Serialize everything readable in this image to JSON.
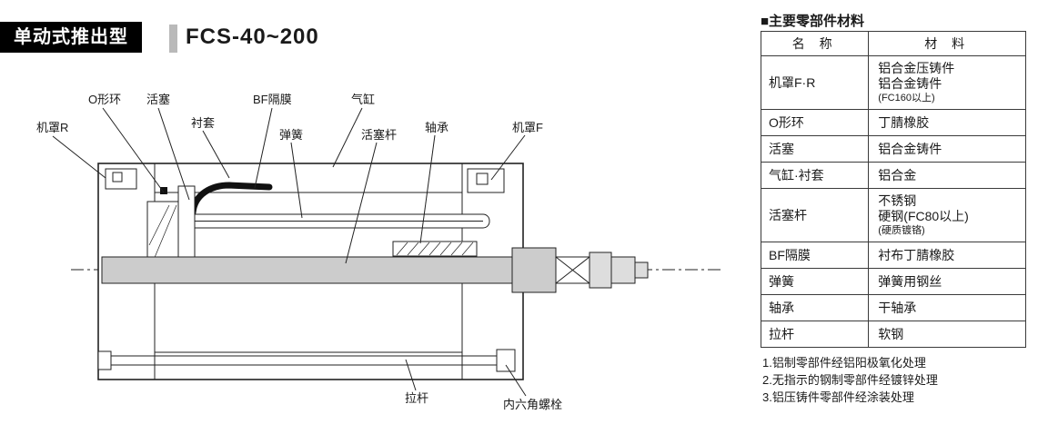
{
  "header": {
    "type_label": "单动式推出型",
    "model": "FCS-40~200"
  },
  "diagram": {
    "labels": {
      "cover_r": "机罩R",
      "o_ring": "O形环",
      "piston": "活塞",
      "bushing": "衬套",
      "bf_diaphragm": "BF隔膜",
      "spring": "弹簧",
      "cylinder": "气缸",
      "piston_rod": "活塞杆",
      "bearing": "轴承",
      "cover_f": "机罩F",
      "tie_rod": "拉杆",
      "hex_bolt": "内六角螺栓"
    }
  },
  "materials_table": {
    "title": "■主要零部件材料",
    "columns": {
      "name": "名 称",
      "material": "材 料"
    },
    "rows": [
      {
        "name": "机罩F·R",
        "material": "铝合金压铸件",
        "material2": "铝合金铸件",
        "material3": "(FC160以上)"
      },
      {
        "name": "O形环",
        "material": "丁腈橡胶"
      },
      {
        "name": "活塞",
        "material": "铝合金铸件"
      },
      {
        "name": "气缸·衬套",
        "material": "铝合金"
      },
      {
        "name": "活塞杆",
        "material": "不锈钢",
        "material2": "硬钢(FC80以上)",
        "material3": "(硬质镀铬)"
      },
      {
        "name": "BF隔膜",
        "material": "衬布丁腈橡胶"
      },
      {
        "name": "弹簧",
        "material": "弹簧用钢丝"
      },
      {
        "name": "轴承",
        "material": "干轴承"
      },
      {
        "name": "拉杆",
        "material": "软钢"
      }
    ],
    "notes": [
      "1.铝制零部件经铝阳极氧化处理",
      "2.无指示的钢制零部件经镀锌处理",
      "3.铝压铸件零部件经涂装处理"
    ]
  }
}
